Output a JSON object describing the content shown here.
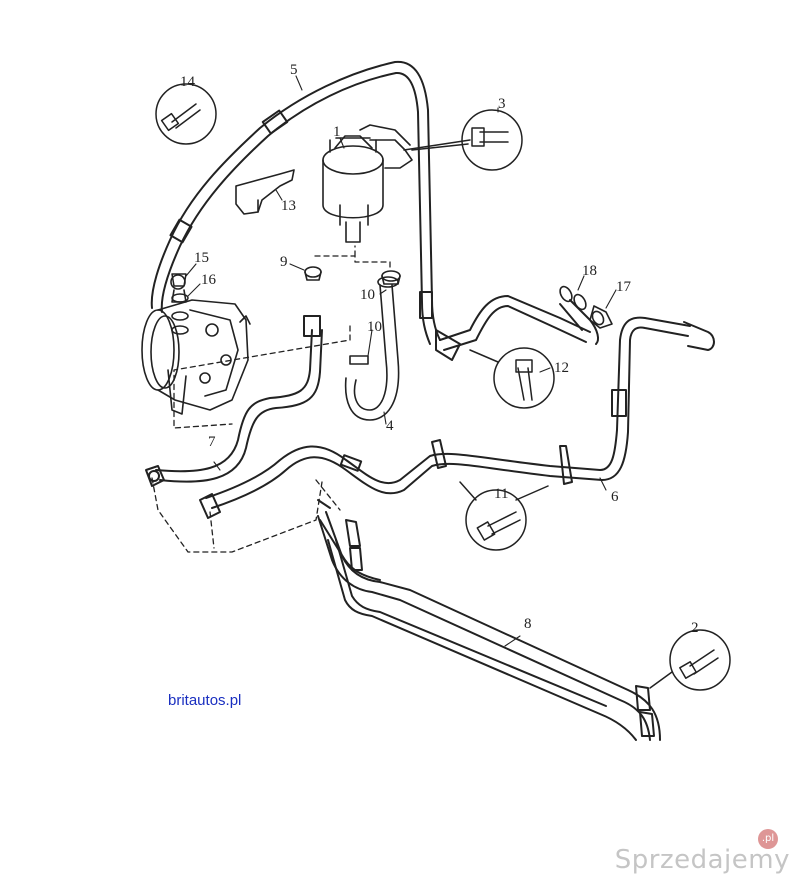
{
  "diagram": {
    "callouts": [
      "1",
      "2",
      "3",
      "4",
      "5",
      "6",
      "7",
      "8",
      "9",
      "10",
      "10",
      "11",
      "12",
      "13",
      "14",
      "15",
      "16",
      "17",
      "18"
    ]
  },
  "source_link": "britautos.pl",
  "watermark": {
    "text": "Sprzedajemy",
    "badge": ".pl"
  }
}
